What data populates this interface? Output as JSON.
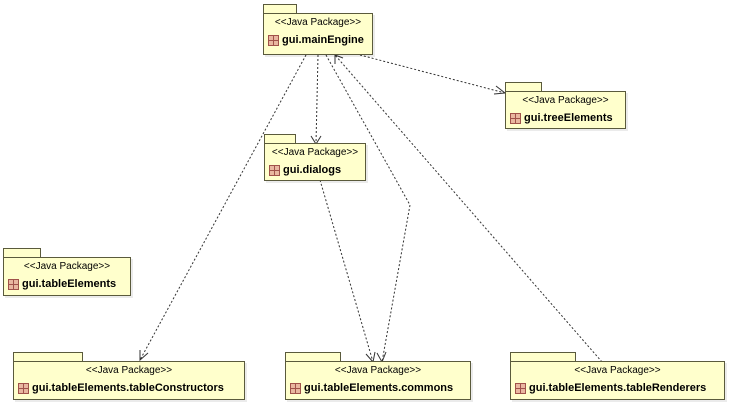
{
  "diagram": {
    "stereotype": "<<Java Package>>",
    "packages": {
      "mainEngine": "gui.mainEngine",
      "treeElements": "gui.treeElements",
      "dialogs": "gui.dialogs",
      "tableElements": "gui.tableElements",
      "tableConstructors": "gui.tableElements.tableConstructors",
      "commons": "gui.tableElements.commons",
      "tableRenderers": "gui.tableElements.tableRenderers"
    },
    "dependencies": [
      {
        "from": "gui.mainEngine",
        "to": "gui.treeElements"
      },
      {
        "from": "gui.mainEngine",
        "to": "gui.dialogs"
      },
      {
        "from": "gui.mainEngine",
        "to": "gui.tableElements.tableConstructors"
      },
      {
        "from": "gui.mainEngine",
        "to": "gui.tableElements.commons"
      },
      {
        "from": "gui.dialogs",
        "to": "gui.tableElements.commons"
      },
      {
        "from": "gui.tableElements.tableRenderers",
        "to": "gui.mainEngine"
      }
    ],
    "colors": {
      "package_fill": "#ffffcc",
      "package_border": "#5a5a3c",
      "icon": "#e9b7a0"
    }
  }
}
